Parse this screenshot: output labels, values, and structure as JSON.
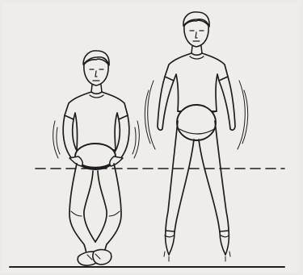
{
  "figure": {
    "subject": "ballet-illustration",
    "left_figure": "dancer-standing-plie",
    "right_figure": "dancer-jumping-on-pointe",
    "ink_color": "#1e1e1e",
    "paper_color": "#eeede8"
  }
}
